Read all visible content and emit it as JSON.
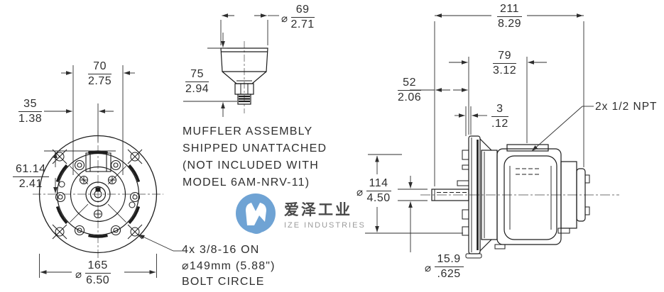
{
  "drawing": {
    "description": "Air motor dimensional drawing with front view, side view and muffler assembly"
  },
  "dimensions": {
    "bolt_pattern_width": {
      "prefix": "",
      "mm": "70",
      "inch": "2.75"
    },
    "port_offset": {
      "prefix": "",
      "mm": "35",
      "inch": "1.38"
    },
    "port_height": {
      "prefix": "",
      "mm": "61.14",
      "inch": "2.41"
    },
    "flange_diameter": {
      "prefix": "⌀",
      "mm": "165",
      "inch": "6.50"
    },
    "muffler_diameter": {
      "prefix": "⌀",
      "mm": "69",
      "inch": "2.71"
    },
    "muffler_height": {
      "prefix": "",
      "mm": "75",
      "inch": "2.94"
    },
    "overall_length": {
      "prefix": "",
      "mm": "211",
      "inch": "8.29"
    },
    "body_length": {
      "prefix": "",
      "mm": "79",
      "inch": "3.12"
    },
    "shaft_length": {
      "prefix": "",
      "mm": "52",
      "inch": "2.06"
    },
    "flange_lip": {
      "prefix": "",
      "mm": "3",
      "inch": ".12"
    },
    "pilot_diameter": {
      "prefix": "⌀",
      "mm": "114",
      "inch": "4.50"
    },
    "shaft_diameter": {
      "prefix": "⌀",
      "mm": "15.9",
      "inch": ".625"
    }
  },
  "notes": {
    "muffler": {
      "line1": "MUFFLER ASSEMBLY",
      "line2": "SHIPPED UNATTACHED",
      "line3": "(NOT INCLUDED WITH",
      "line4": "MODEL 6AM-NRV-11)"
    },
    "bolt_circle": {
      "line1": "4x 3/8-16 ON",
      "line2": "⌀149mm (5.88\")",
      "line3": "BOLT CIRCLE"
    },
    "npt_ports": "2x 1/2 NPT"
  },
  "watermark": {
    "company_cn": "爱泽工业",
    "company_en": "IZE INDUSTRIES",
    "logo_color": "#6fa3d4"
  },
  "colors": {
    "object_lines": "#1c1c1c",
    "dimension_lines": "#2e2e2e",
    "background": "#ffffff"
  }
}
